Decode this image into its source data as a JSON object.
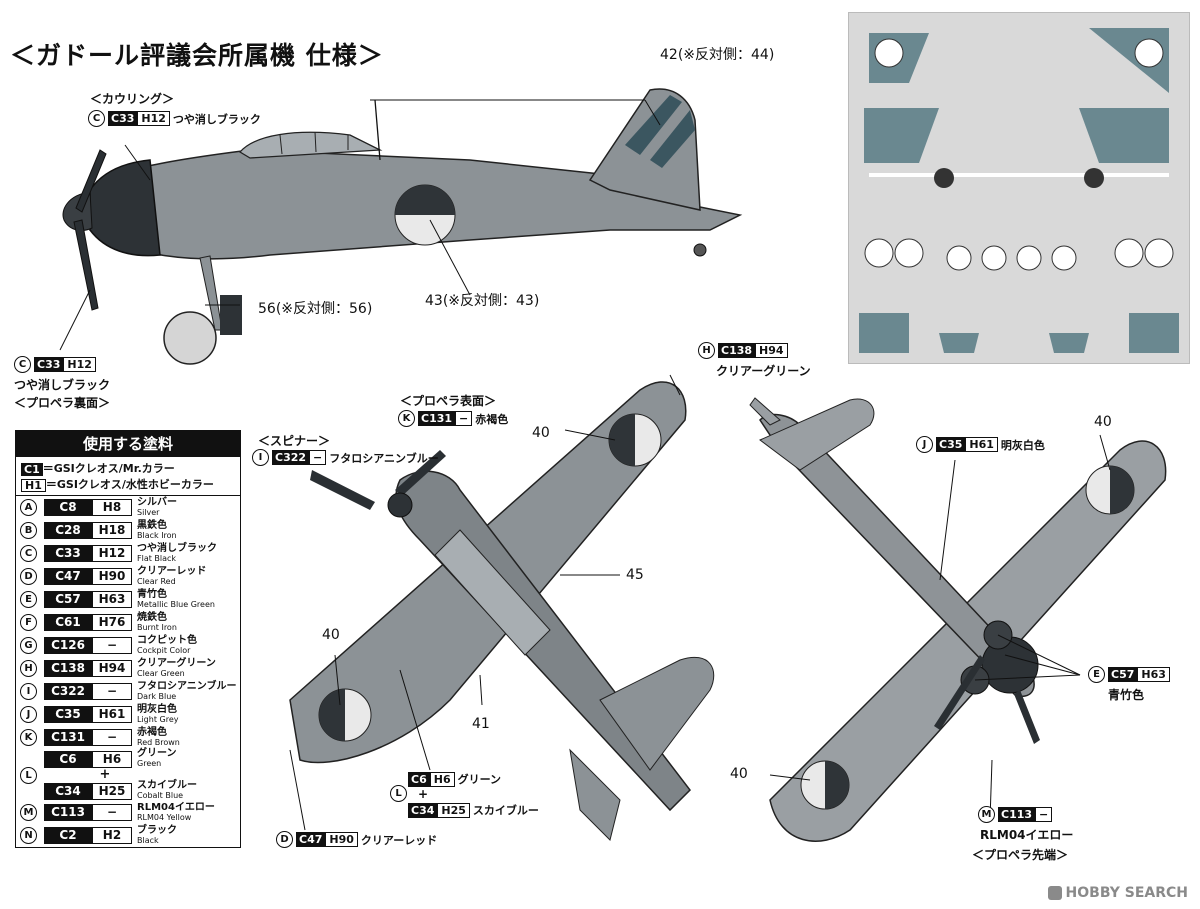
{
  "title": "＜ガドール評議会所属機 仕様＞",
  "side_view": {
    "cowling_caption": "＜カウリング＞",
    "cowling_color": {
      "circle": "C",
      "c": "C33",
      "h": "H12",
      "name": "つや消しブラック"
    },
    "tail_callout": "42(※反対側：44)",
    "fuselage_callout": "43(※反対側：43)",
    "gear_callout": "56(※反対側：56)",
    "prop_color": {
      "circle": "C",
      "c": "C33",
      "h": "H12",
      "name": "つや消しブラック"
    },
    "prop_caption": "＜プロペラ裏面＞"
  },
  "paint_table": {
    "header": "使用する塗料",
    "legend": [
      {
        "mark": "C1",
        "text": "＝GSIクレオス/Mr.カラー"
      },
      {
        "mark": "H1",
        "text": "＝GSIクレオス/水性ホビーカラー"
      }
    ],
    "rows": [
      {
        "letter": "A",
        "c": "C8",
        "h": "H8",
        "jp": "シルバー",
        "en": "Silver"
      },
      {
        "letter": "B",
        "c": "C28",
        "h": "H18",
        "jp": "黒鉄色",
        "en": "Black Iron"
      },
      {
        "letter": "C",
        "c": "C33",
        "h": "H12",
        "jp": "つや消しブラック",
        "en": "Flat Black"
      },
      {
        "letter": "D",
        "c": "C47",
        "h": "H90",
        "jp": "クリアーレッド",
        "en": "Clear Red"
      },
      {
        "letter": "E",
        "c": "C57",
        "h": "H63",
        "jp": "青竹色",
        "en": "Metallic Blue Green"
      },
      {
        "letter": "F",
        "c": "C61",
        "h": "H76",
        "jp": "焼鉄色",
        "en": "Burnt Iron"
      },
      {
        "letter": "G",
        "c": "C126",
        "h": "−",
        "jp": "コクピット色",
        "en": "Cockpit Color"
      },
      {
        "letter": "H",
        "c": "C138",
        "h": "H94",
        "jp": "クリアーグリーン",
        "en": "Clear Green"
      },
      {
        "letter": "I",
        "c": "C322",
        "h": "−",
        "jp": "フタロシアニンブルー",
        "en": "Dark Blue"
      },
      {
        "letter": "J",
        "c": "C35",
        "h": "H61",
        "jp": "明灰白色",
        "en": "Light Grey"
      },
      {
        "letter": "K",
        "c": "C131",
        "h": "−",
        "jp": "赤褐色",
        "en": "Red Brown"
      }
    ],
    "mix": {
      "letter": "L",
      "plus": "+",
      "a": {
        "c": "C6",
        "h": "H6",
        "jp": "グリーン",
        "en": "Green"
      },
      "b": {
        "c": "C34",
        "h": "H25",
        "jp": "スカイブルー",
        "en": "Cobalt Blue"
      }
    },
    "rows2": [
      {
        "letter": "M",
        "c": "C113",
        "h": "−",
        "jp": "RLM04イエロー",
        "en": "RLM04 Yellow"
      },
      {
        "letter": "N",
        "c": "C2",
        "h": "H2",
        "jp": "ブラック",
        "en": "Black"
      }
    ]
  },
  "top_view": {
    "h_color": {
      "circle": "H",
      "c": "C138",
      "h": "H94",
      "name": "クリアーグリーン"
    },
    "k_caption": "＜プロペラ表面＞",
    "k_color": {
      "circle": "K",
      "c": "C131",
      "h": "−",
      "name": "赤褐色"
    },
    "spinner_caption": "＜スピナー＞",
    "i_color": {
      "circle": "I",
      "c": "C322",
      "h": "−",
      "name": "フタロシアニンブルー"
    },
    "n40a": "40",
    "n45": "45",
    "n40b": "40",
    "n41": "41",
    "l_mix": {
      "circle": "L",
      "plus": "+",
      "a": {
        "c": "C6",
        "h": "H6",
        "name": "グリーン"
      },
      "b": {
        "c": "C34",
        "h": "H25",
        "name": "スカイブルー"
      }
    },
    "d_color": {
      "circle": "D",
      "c": "C47",
      "h": "H90",
      "name": "クリアーレッド"
    }
  },
  "bottom_view": {
    "n40a": "40",
    "j_color": {
      "circle": "J",
      "c": "C35",
      "h": "H61",
      "name": "明灰白色"
    },
    "e_color": {
      "circle": "E",
      "c": "C57",
      "h": "H63",
      "name": "青竹色"
    },
    "n40b": "40",
    "m_color": {
      "circle": "M",
      "c": "C113",
      "h": "−",
      "name": "RLM04イエロー"
    },
    "m_caption": "＜プロペラ先端＞"
  },
  "watermark": "HOBBY SEARCH"
}
